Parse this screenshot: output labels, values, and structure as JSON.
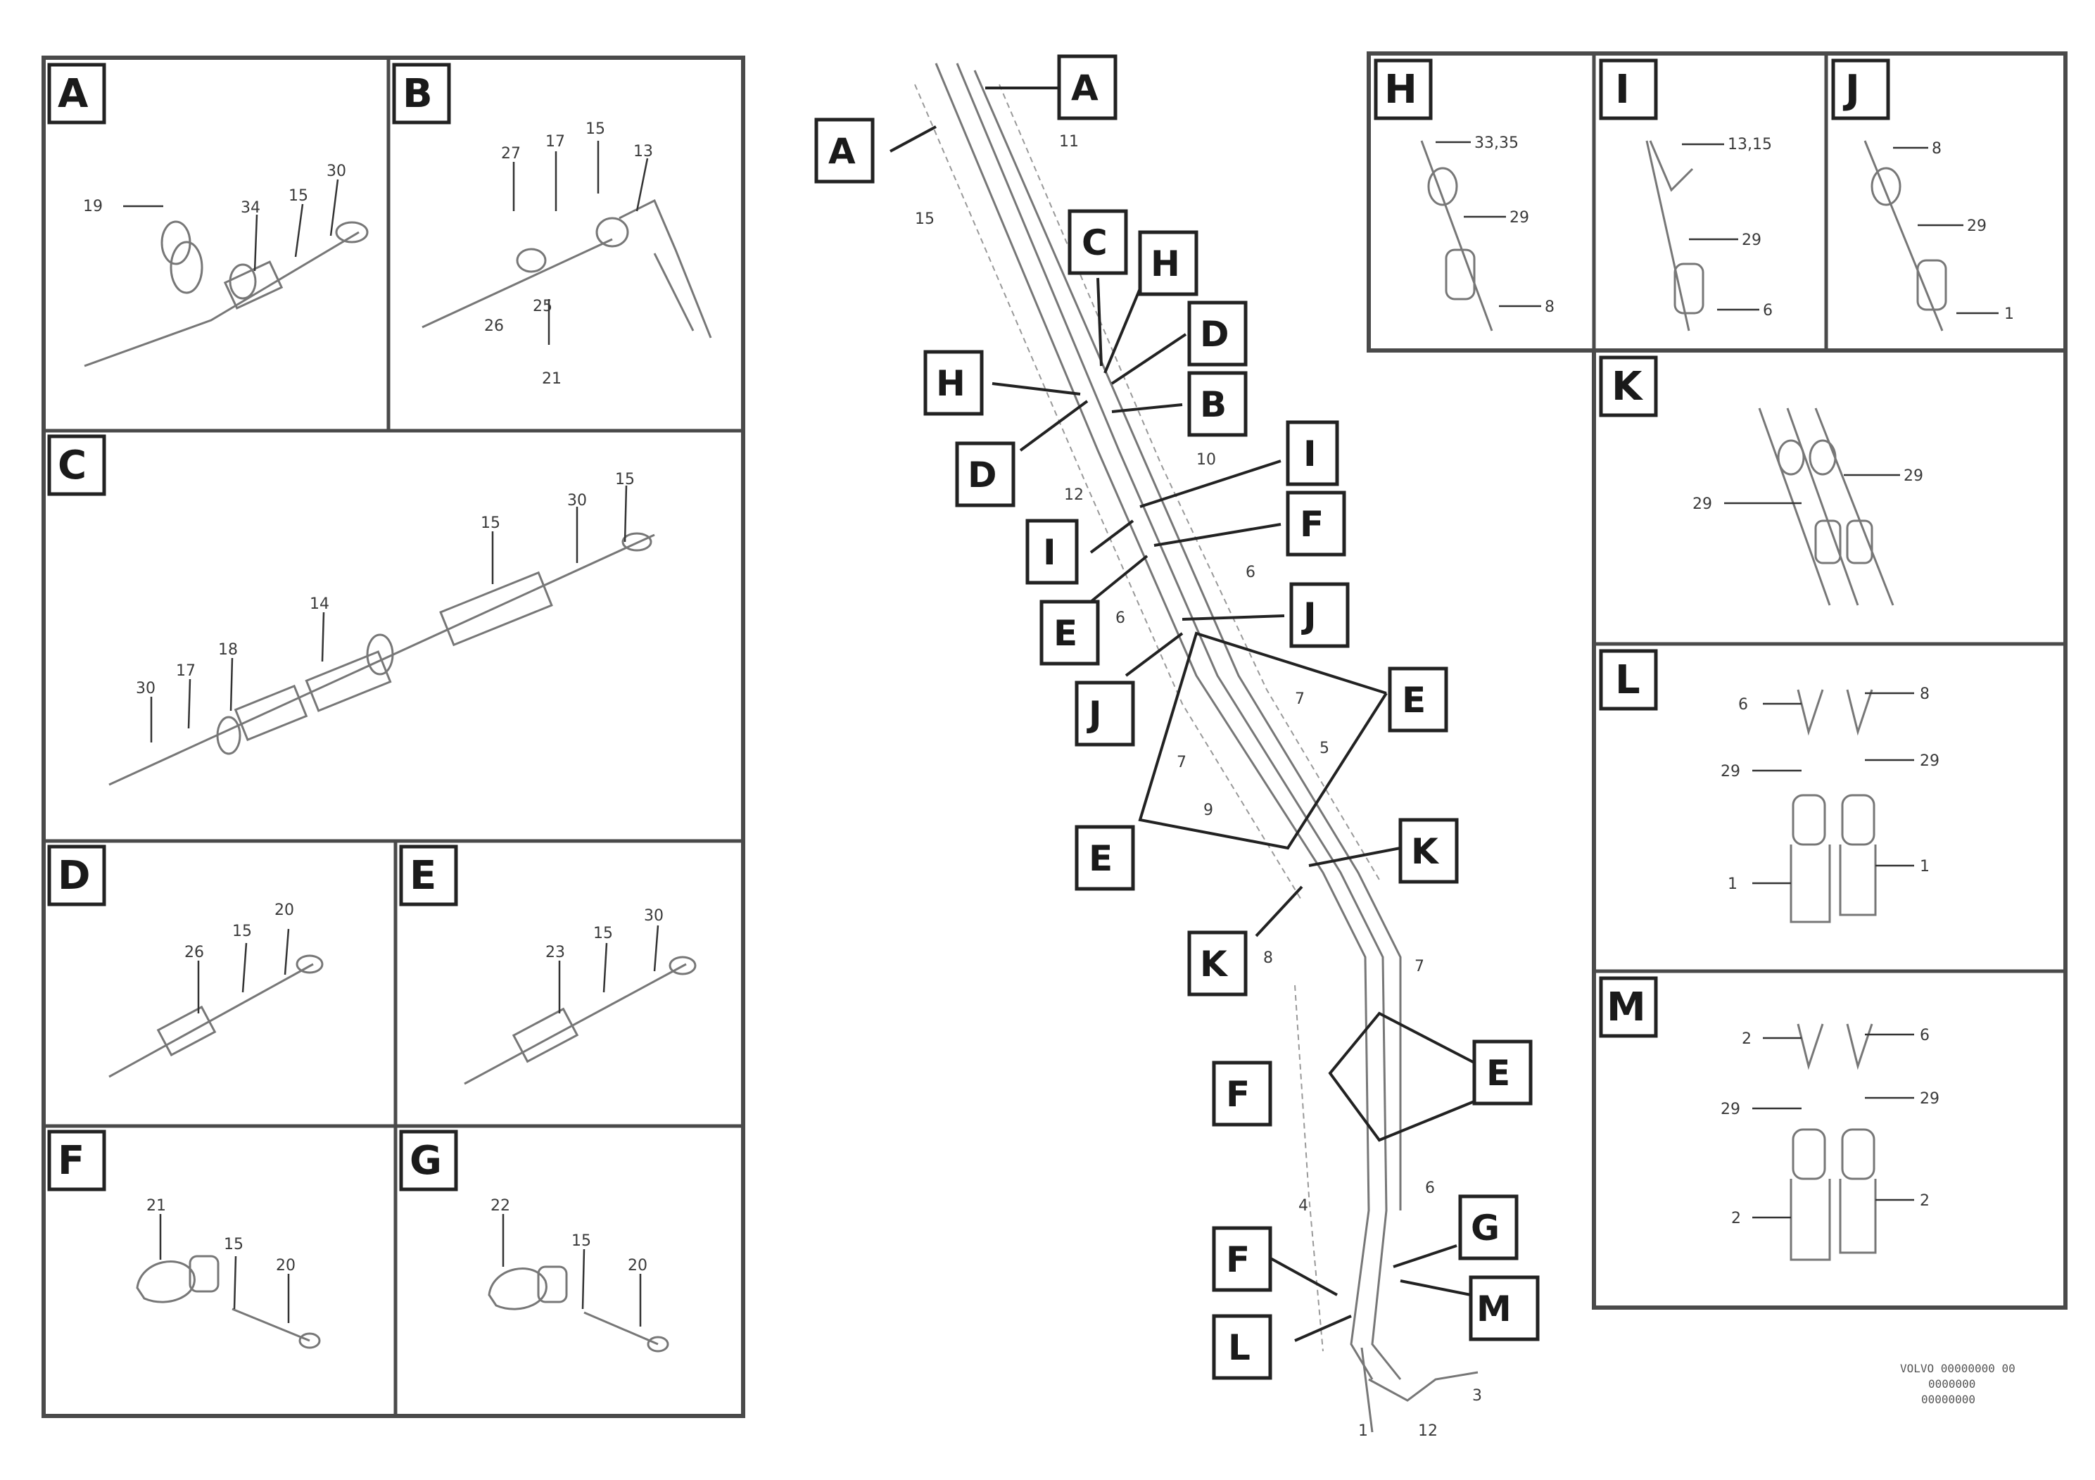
{
  "panels_left": {
    "A": {
      "letter": "A",
      "labels": [
        "19",
        "34",
        "15",
        "30"
      ]
    },
    "B": {
      "letter": "B",
      "labels": [
        "27",
        "17",
        "15",
        "13",
        "26",
        "25",
        "21"
      ]
    },
    "C": {
      "letter": "C",
      "labels": [
        "30",
        "17",
        "18",
        "14",
        "15",
        "30",
        "15"
      ]
    },
    "D": {
      "letter": "D",
      "labels": [
        "26",
        "15",
        "20"
      ]
    },
    "E": {
      "letter": "E",
      "labels": [
        "23",
        "15",
        "30"
      ]
    },
    "F": {
      "letter": "F",
      "labels": [
        "21",
        "15",
        "20"
      ]
    },
    "G": {
      "letter": "G",
      "labels": [
        "22",
        "15",
        "20"
      ]
    }
  },
  "panels_right": {
    "H": {
      "letter": "H",
      "labels": [
        "33,35",
        "29",
        "8"
      ]
    },
    "I": {
      "letter": "I",
      "labels": [
        "13,15",
        "29",
        "6"
      ]
    },
    "J": {
      "letter": "J",
      "labels": [
        "8",
        "29",
        "1"
      ]
    },
    "K": {
      "letter": "K",
      "labels": [
        "29",
        "29"
      ]
    },
    "L": {
      "letter": "L",
      "labels": [
        "6",
        "8",
        "29",
        "29",
        "1",
        "1"
      ]
    },
    "M": {
      "letter": "M",
      "labels": [
        "2",
        "6",
        "29",
        "29",
        "2",
        "2"
      ]
    }
  },
  "center": {
    "callouts": [
      "A",
      "A",
      "C",
      "H",
      "D",
      "H",
      "B",
      "D",
      "I",
      "F",
      "I",
      "E",
      "J",
      "J",
      "E",
      "E",
      "K",
      "K",
      "E",
      "F",
      "G",
      "F",
      "M",
      "L"
    ],
    "numbers": [
      "11",
      "15",
      "12",
      "10",
      "6",
      "6",
      "7",
      "7",
      "5",
      "9",
      "8",
      "7",
      "6",
      "4",
      "1",
      "12",
      "3"
    ]
  },
  "footer": {
    "line1": "VOLVO 00000000 00",
    "line2": "0000000",
    "line3": "00000000"
  }
}
